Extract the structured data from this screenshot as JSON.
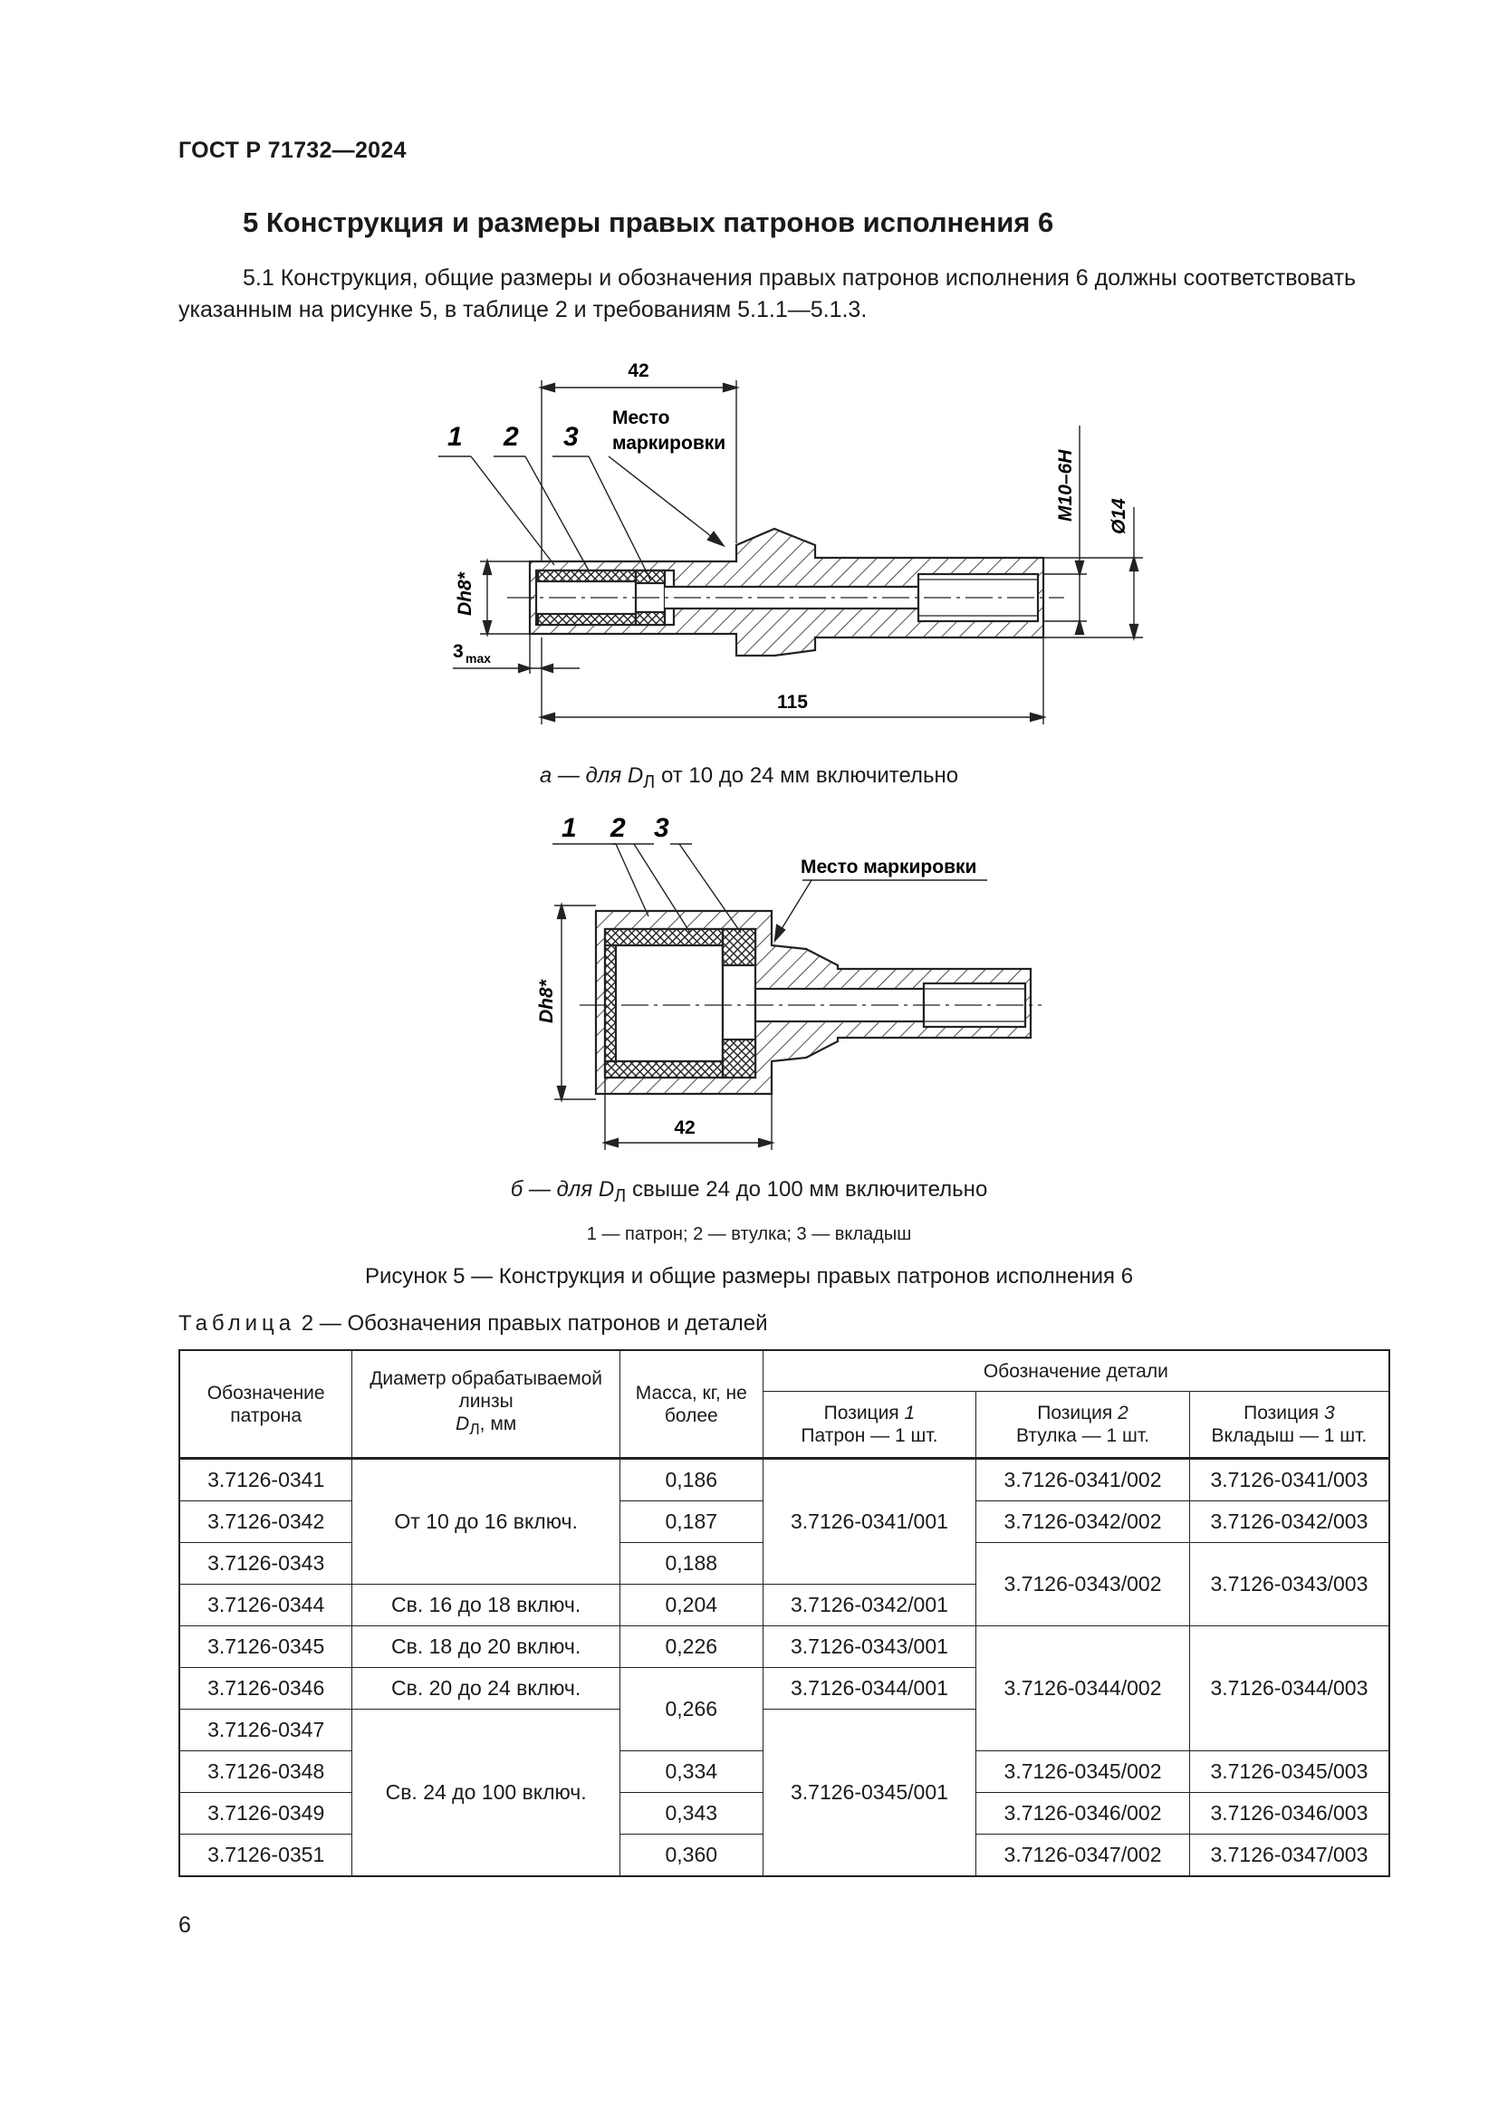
{
  "header": "ГОСТ Р 71732—2024",
  "section_title": "5 Конструкция и размеры правых патронов исполнения 6",
  "paragraph": "5.1 Конструкция, общие размеры и обозначения правых патронов исполнения 6 должны соответствовать указанным на рисунке 5, в таблице 2 и требованиям 5.1.1—5.1.3.",
  "figure_a": {
    "dim_top": "42",
    "dim_bottom": "115",
    "dim_thread": "M10–6H",
    "dim_diam": "Ø14",
    "dim_d": "Dh8*",
    "dim_3": "3",
    "dim_3_sub": "max",
    "marking": [
      "Место",
      "маркировки"
    ],
    "pos": [
      "1",
      "2",
      "3"
    ],
    "caption_pre": "а — для D",
    "caption_sub": "Л",
    "caption_post": " от 10 до 24 мм включительно"
  },
  "figure_b": {
    "dim_bottom": "42",
    "dim_d": "Dh8*",
    "marking": "Место маркировки",
    "pos": [
      "1",
      "2",
      "3"
    ],
    "caption_pre": "б — для D",
    "caption_sub": "Л",
    "caption_post": " свыше 24 до 100 мм включительно"
  },
  "legend": "1 — патрон; 2 — втулка; 3 — вкладыш",
  "figure_caption": "Рисунок 5 — Конструкция и общие размеры правых патронов исполнения 6",
  "table_title_spaced": "Таблица",
  "table_title_rest": " 2 — Обозначения правых патронов и деталей",
  "table": {
    "h_designation": "Обозначение патрона",
    "h_diam_1": "Диаметр обрабатываемой линзы",
    "h_diam_d": "D",
    "h_diam_sub": "Л",
    "h_diam_unit": ", мм",
    "h_mass": "Масса, кг, не более",
    "h_parts": "Обозначение детали",
    "h_p1_a": "Позиция ",
    "h_p1_n": "1",
    "h_p1_b": "Патрон — 1 шт.",
    "h_p2_a": "Позиция ",
    "h_p2_n": "2",
    "h_p2_b": "Втулка — 1 шт.",
    "h_p3_a": "Позиция ",
    "h_p3_n": "3",
    "h_p3_b": "Вкладыш — 1 шт.",
    "codes": [
      "3.7126-0341",
      "3.7126-0342",
      "3.7126-0343",
      "3.7126-0344",
      "3.7126-0345",
      "3.7126-0346",
      "3.7126-0347",
      "3.7126-0348",
      "3.7126-0349",
      "3.7126-0351"
    ],
    "diam": [
      "От 10 до 16 включ.",
      "Св. 16 до 18 включ.",
      "Св. 18 до 20 включ.",
      "Св. 20 до 24 включ.",
      "Св. 24 до 100 включ."
    ],
    "mass": [
      "0,186",
      "0,187",
      "0,188",
      "0,204",
      "0,226",
      "0,266",
      "0,334",
      "0,343",
      "0,360"
    ],
    "pos1": [
      "3.7126-0341/001",
      "3.7126-0342/001",
      "3.7126-0343/001",
      "3.7126-0344/001",
      "3.7126-0345/001"
    ],
    "pos2": [
      "3.7126-0341/002",
      "3.7126-0342/002",
      "3.7126-0343/002",
      "3.7126-0344/002",
      "3.7126-0345/002",
      "3.7126-0346/002",
      "3.7126-0347/002"
    ],
    "pos3": [
      "3.7126-0341/003",
      "3.7126-0342/003",
      "3.7126-0343/003",
      "3.7126-0344/003",
      "3.7126-0345/003",
      "3.7126-0346/003",
      "3.7126-0347/003"
    ]
  },
  "page_number": "6"
}
